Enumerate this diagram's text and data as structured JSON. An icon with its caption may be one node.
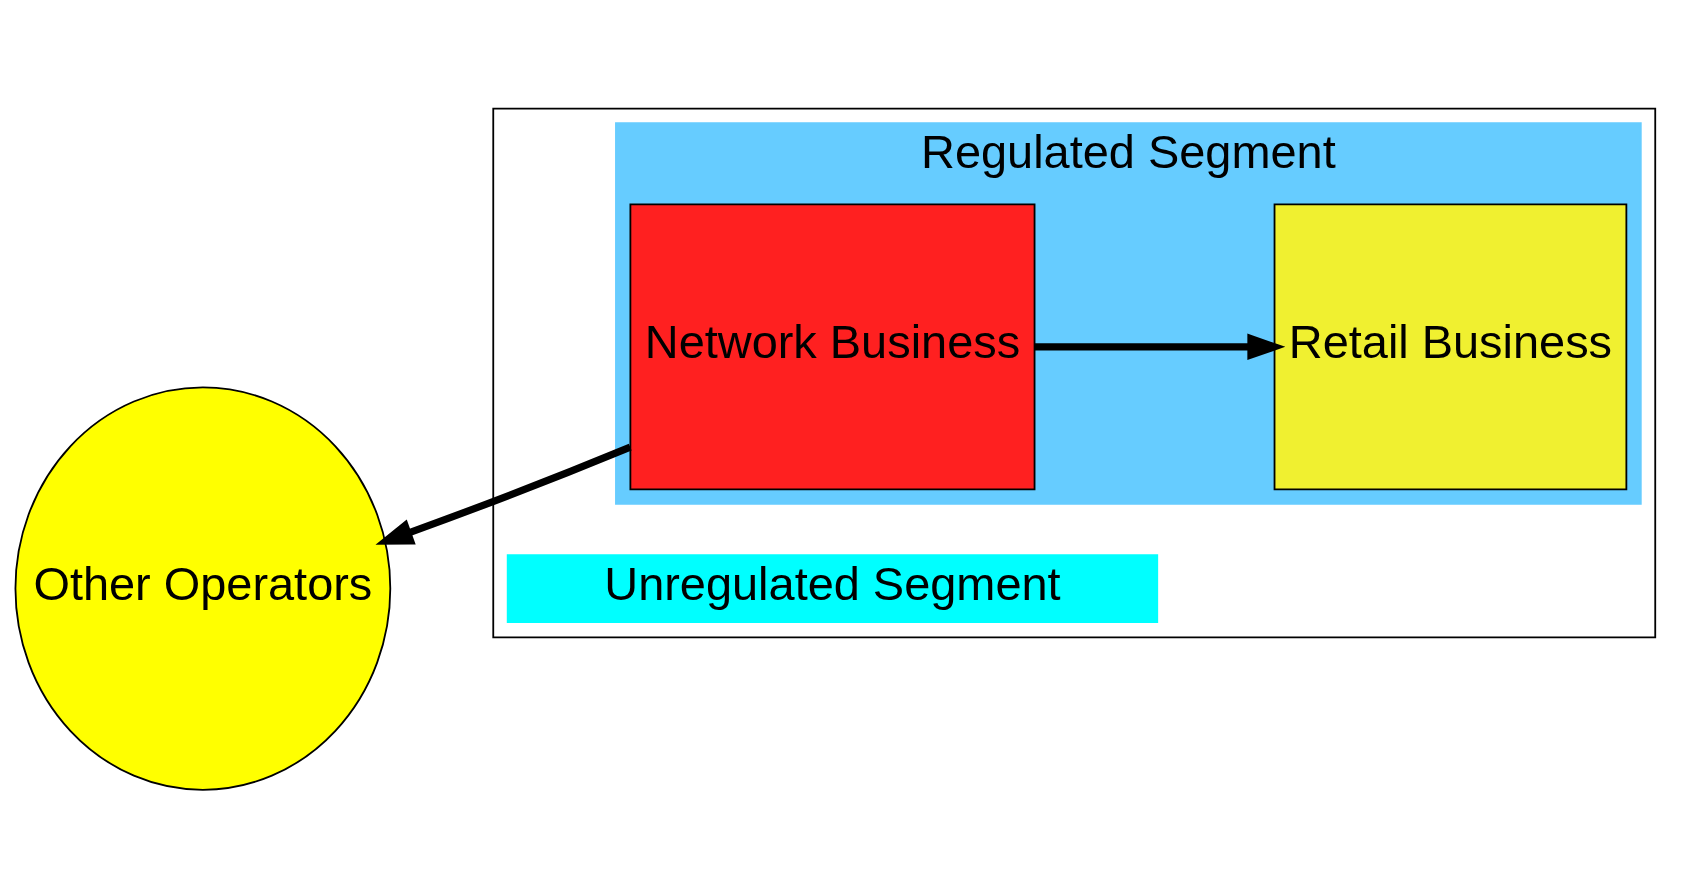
{
  "diagram": {
    "nodes": [
      {
        "text": [],
        "shape": "box"
      },
      {
        "text": [
          "Unregulated Segment"
        ],
        "in": 0
      },
      {
        "text": [
          "Regulated Segment"
        ],
        "in": 0
      },
      {
        "text": [
          "Network Business"
        ],
        "in": 2
      },
      {
        "text": [
          "Retail Business"
        ],
        "in": 2
      },
      {
        "text": [
          "Other Operators"
        ]
      }
    ],
    "edges": [
      {
        "from": 3,
        "to": 5,
        "arrow": "to"
      },
      {
        "from": 3,
        "to": 4,
        "arrow": "to"
      }
    ]
  }
}
